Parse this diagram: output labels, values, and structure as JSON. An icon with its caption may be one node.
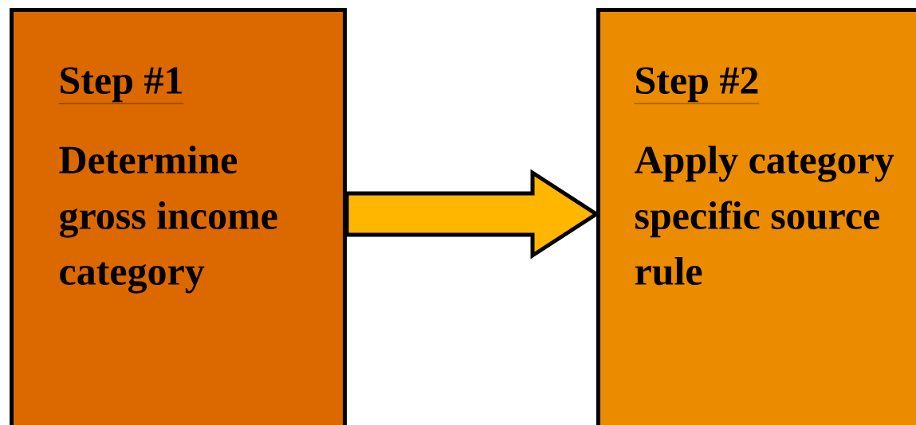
{
  "diagram": {
    "nodes": [
      {
        "text": [
          "Step #1",
          "Determine gross income category"
        ]
      },
      {
        "text": [
          "Step #2",
          "Apply category specific source rule"
        ]
      }
    ],
    "edges": [
      {
        "from": 0,
        "to": 1,
        "arrow": "to"
      }
    ]
  }
}
